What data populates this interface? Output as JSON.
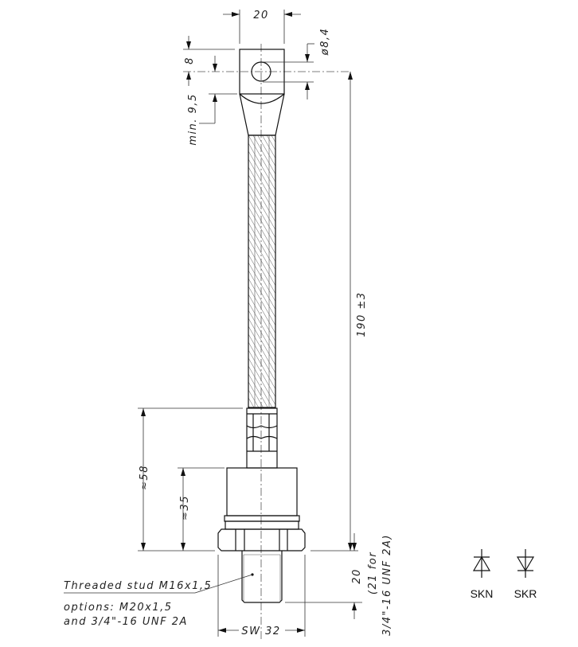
{
  "dimensions": {
    "lug_width": "20",
    "lug_top": "8",
    "lug_min": "min. 9,5",
    "hole_diameter": "ø8,4",
    "overall_length": "190 ±3",
    "length_58": "≈58",
    "length_35": "≈35",
    "stud_length": "20",
    "stud_note_1": "(21 for",
    "stud_note_2": "3/4\"-16 UNF 2A)",
    "wrench_size": "SW 32"
  },
  "notes": {
    "stud": "Threaded stud M16x1,5",
    "options_1": "options:  M20x1,5",
    "options_2": "and 3/4\"-16 UNF 2A"
  },
  "symbols": [
    {
      "label": "SKN",
      "icon": "diode-up-icon"
    },
    {
      "label": "SKR",
      "icon": "diode-down-icon"
    }
  ]
}
